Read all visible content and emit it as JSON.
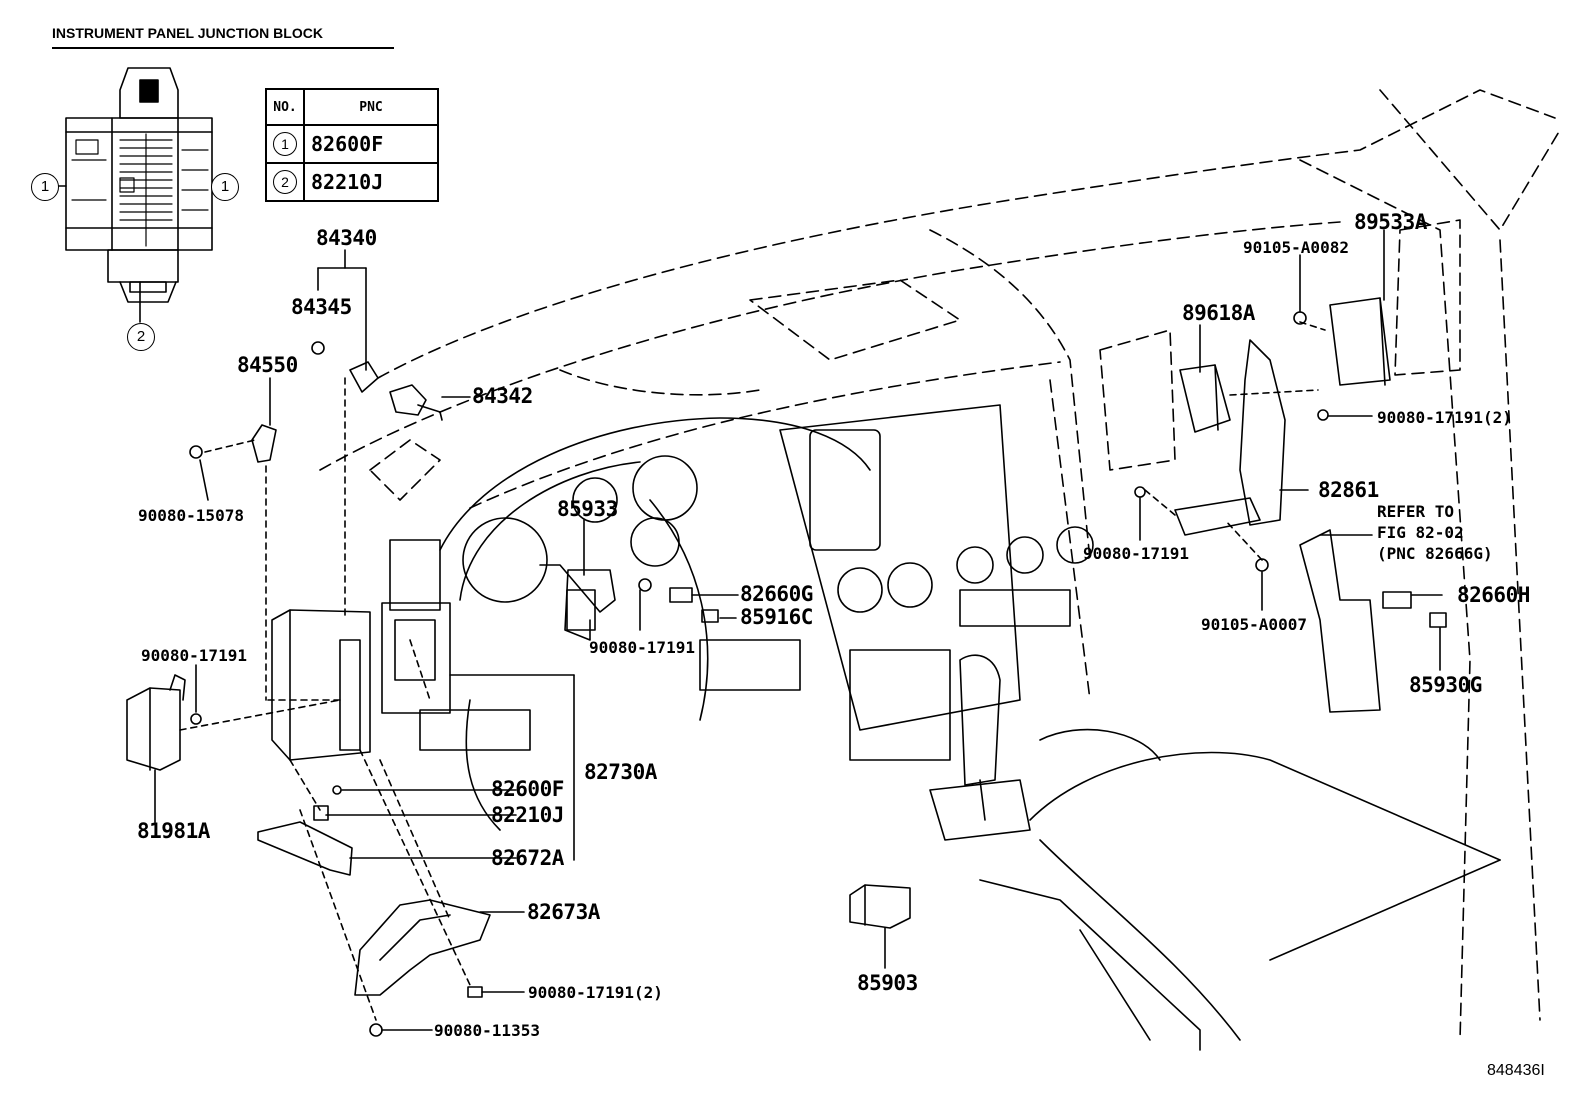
{
  "header": {
    "title": "INSTRUMENT PANEL JUNCTION BLOCK"
  },
  "junction_block_callouts": {
    "left": "1",
    "right": "1",
    "bottom": "2"
  },
  "pnc_table": {
    "col_no": "NO.",
    "col_pnc": "PNC",
    "rows": [
      {
        "no": "1",
        "pnc": "82600F"
      },
      {
        "no": "2",
        "pnc": "82210J"
      }
    ]
  },
  "parts": {
    "p84340": "84340",
    "p84345": "84345",
    "p84550": "84550",
    "p84342": "84342",
    "p90080_15078": "90080-15078",
    "p85933": "85933",
    "p82660G": "82660G",
    "p85916C": "85916C",
    "p90080_17191_mid": "90080-17191",
    "p90080_17191_left": "90080-17191",
    "p81981A": "81981A",
    "p82730A": "82730A",
    "p82600F": "82600F",
    "p82210J": "82210J",
    "p82672A": "82672A",
    "p82673A": "82673A",
    "p90080_17191_2_bottom": "90080-17191(2)",
    "p90080_11353": "90080-11353",
    "p85903": "85903",
    "p89533A": "89533A",
    "p90105_A0082": "90105-A0082",
    "p89618A": "89618A",
    "p90080_17191_2_right": "90080-17191(2)",
    "p82861": "82861",
    "p90080_17191_right": "90080-17191",
    "p90105_A0007": "90105-A0007",
    "p82660H": "82660H",
    "p85930G": "85930G"
  },
  "refer": {
    "line1": "REFER TO",
    "line2": "FIG 82-02",
    "line3": "(PNC 82666G)"
  },
  "footer": {
    "code": "848436I"
  }
}
